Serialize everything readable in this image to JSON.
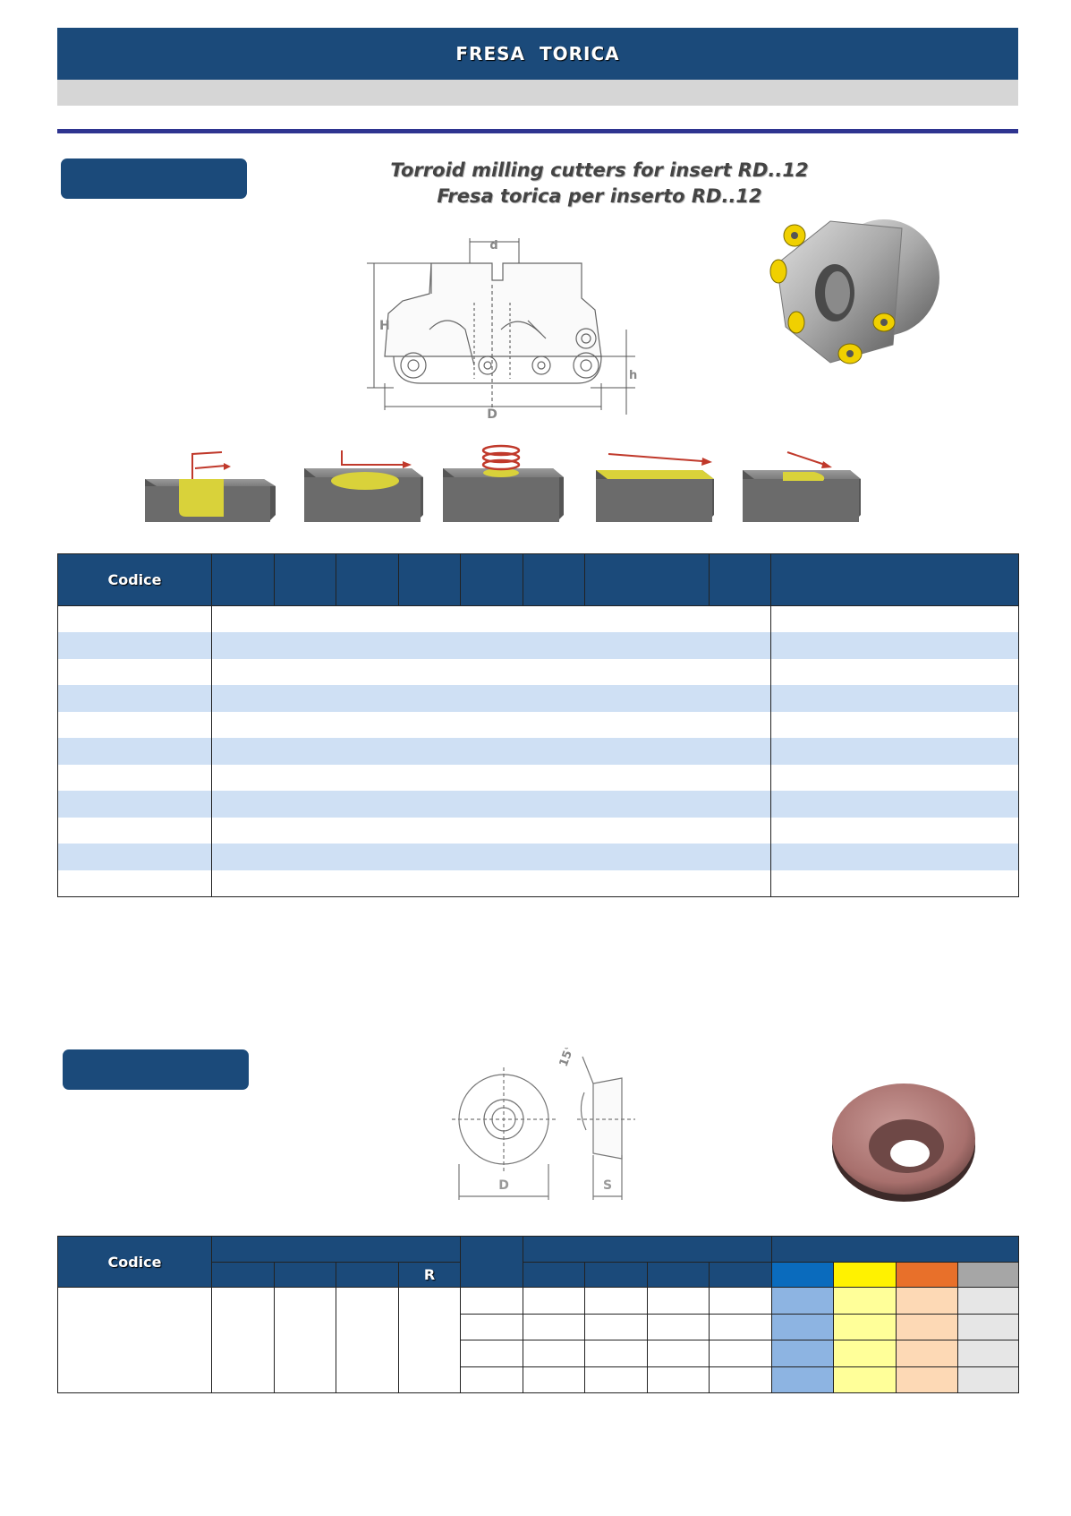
{
  "header": {
    "title": "FRESA  TORICA"
  },
  "cutter": {
    "subtitle_en": "Torroid milling cutters for insert RD..12",
    "subtitle_it": "Fresa torica per inserto RD..12",
    "dim_d": "d",
    "dim_H": "H",
    "dim_h": "h",
    "dim_D": "D"
  },
  "cutter_table": {
    "code_header": "Codice",
    "row_count": 11
  },
  "insert": {
    "angle_label": "15°",
    "dim_D": "D",
    "dim_S": "S"
  },
  "insert_table": {
    "code_header": "Codice",
    "r_header": "R",
    "grade_colors": [
      "#0a6bbd",
      "#fff200",
      "#e8702a",
      "#a6a6a6"
    ]
  }
}
